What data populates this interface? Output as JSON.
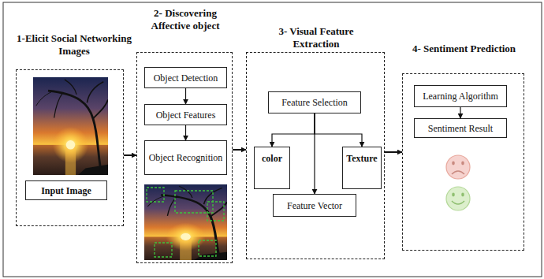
{
  "diagram": {
    "nodes": [
      {
        "text": [
          "1-Elicit Social Networking Images"
        ]
      },
      {
        "text": [
          "Input Image"
        ],
        "in": 0
      },
      {
        "text": [
          "2- Discovering Affective object"
        ]
      },
      {
        "text": [
          "Object Detection"
        ],
        "in": 2
      },
      {
        "text": [
          "Object Features"
        ],
        "in": 2
      },
      {
        "text": [
          "Object Recognition"
        ],
        "in": 2
      },
      {
        "text": [
          "3- Visual Feature Extraction"
        ]
      },
      {
        "text": [
          "Feature Selection"
        ],
        "in": 6
      },
      {
        "text": [
          "color"
        ],
        "in": 6
      },
      {
        "text": [
          "Texture"
        ],
        "in": 6
      },
      {
        "text": [
          "Feature Vector"
        ],
        "in": 6
      },
      {
        "text": [
          "4- Sentiment Prediction"
        ]
      },
      {
        "text": [
          "Learning Algorithm"
        ],
        "in": 11
      },
      {
        "text": [
          "Sentiment Result"
        ],
        "in": 11
      }
    ],
    "edges": [
      {
        "from": 0,
        "to": 2,
        "arrow": "to"
      },
      {
        "from": 2,
        "to": 6,
        "arrow": "to"
      },
      {
        "from": 6,
        "to": 11,
        "arrow": "to"
      },
      {
        "from": 3,
        "to": 4,
        "arrow": "to"
      },
      {
        "from": 4,
        "to": 5,
        "arrow": "to"
      },
      {
        "from": 7,
        "to": 8,
        "arrow": "to"
      },
      {
        "from": 7,
        "to": 9,
        "arrow": "to"
      },
      {
        "from": 7,
        "to": 10,
        "arrow": "to"
      },
      {
        "from": 12,
        "to": 13,
        "arrow": "to"
      }
    ]
  }
}
